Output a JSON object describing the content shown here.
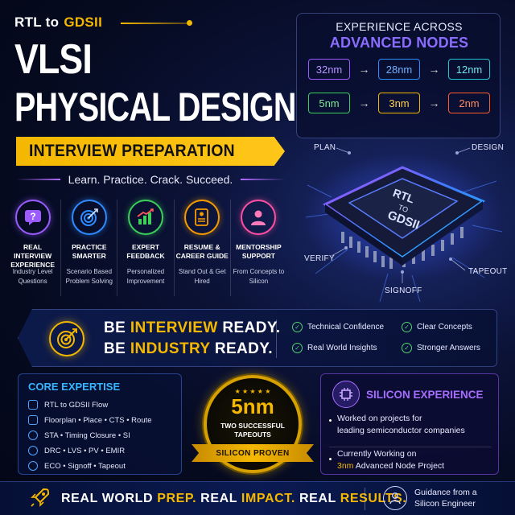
{
  "header": {
    "rtl_word": "RTL to",
    "gdsii_word": "GDSII",
    "title_line1": "VLSI",
    "title_line2": "PHYSICAL DESIGN",
    "banner": "INTERVIEW PREPARATION",
    "tagline": "Learn. Practice. Crack. Succeed."
  },
  "features": [
    {
      "name": "REAL INTERVIEW EXPERIENCE",
      "desc": "Industry Level Questions",
      "icon": "question-chat-icon",
      "color": "#9b5cff"
    },
    {
      "name": "PRACTICE SMARTER",
      "desc": "Scenario Based Problem Solving",
      "icon": "target-icon",
      "color": "#2f8cff"
    },
    {
      "name": "EXPERT FEEDBACK",
      "desc": "Personalized Improvement",
      "icon": "growth-chart-icon",
      "color": "#3ccf5a"
    },
    {
      "name": "RESUME & CAREER GUIDE",
      "desc": "Stand Out & Get Hired",
      "icon": "resume-icon",
      "color": "#f59b00"
    },
    {
      "name": "MENTORSHIP SUPPORT",
      "desc": "From Concepts to Silicon",
      "icon": "mentor-icon",
      "color": "#ff4fa3"
    }
  ],
  "nodes": {
    "title1": "EXPERIENCE ACROSS",
    "title2": "ADVANCED NODES",
    "row1": [
      {
        "label": "32nm",
        "color": "#9b5cff"
      },
      {
        "label": "28nm",
        "color": "#2f8cff"
      },
      {
        "label": "12nm",
        "color": "#22c7d6"
      }
    ],
    "row2": [
      {
        "label": "5nm",
        "color": "#3ccf5a"
      },
      {
        "label": "3nm",
        "color": "#f5b800"
      },
      {
        "label": "2nm",
        "color": "#ff5a2a"
      }
    ],
    "arrow": "→"
  },
  "chip": {
    "text_line1": "RTL",
    "text_line2": "TO",
    "text_line3": "GDSII",
    "labels": {
      "plan": "PLAN",
      "design": "DESIGN",
      "verify": "VERIFY",
      "tapeout": "TAPEOUT",
      "signoff": "SIGNOFF"
    }
  },
  "ready": {
    "line1_a": "BE ",
    "line1_b": "INTERVIEW",
    "line1_c": " READY.",
    "line2_a": "BE ",
    "line2_b": "INDUSTRY",
    "line2_c": " READY.",
    "checks": [
      "Technical Confidence",
      "Clear Concepts",
      "Real World Insights",
      "Stronger Answers"
    ],
    "check_mark": "✓"
  },
  "core": {
    "title": "CORE EXPERTISE",
    "items": [
      "RTL to GDSII Flow",
      "Floorplan  •  Place  •  CTS  •  Route",
      "STA  •  Timing Closure  •  SI",
      "DRC  •  LVS  •  PV  •  EMIR",
      "ECO  •  Signoff  •  Tapeout"
    ]
  },
  "badge": {
    "stars": "★ ★ ★ ★ ★",
    "value": "5nm",
    "sub1": "TWO SUCCESSFUL",
    "sub2": "TAPEOUTS",
    "ribbon": "SILICON PROVEN"
  },
  "silicon": {
    "title": "SILICON EXPERIENCE",
    "p1_line1": "Worked on projects for",
    "p1_line2": "leading semiconductor companies",
    "p2_line1": "Currently Working on",
    "p2_node": "3nm",
    "p2_rest": " Advanced Node Project"
  },
  "footer": {
    "w1": "REAL WORLD ",
    "w2": "PREP.",
    "w3": " REAL ",
    "w4": "IMPACT.",
    "w5": " REAL ",
    "w6": "RESULTS.",
    "guide_line1": "Guidance from a",
    "guide_line2": "Silicon Engineer"
  },
  "colors": {
    "accent_gold": "#f5b800",
    "accent_purple": "#8a6dff",
    "accent_blue": "#35b6ff",
    "bg_navy": "#050a1f"
  }
}
